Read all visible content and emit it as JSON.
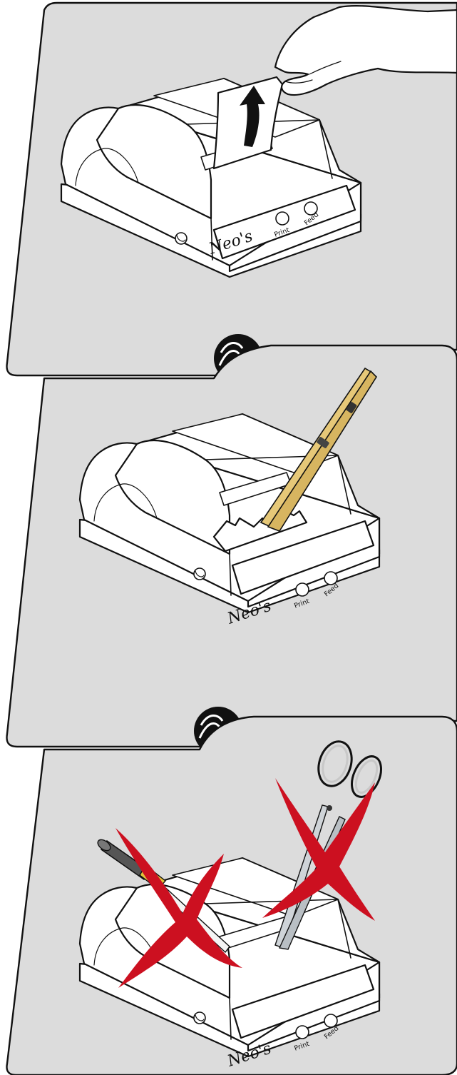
{
  "printer": {
    "brand": "Neo's",
    "print_label": "Print",
    "feed_label": "Feed"
  },
  "steps": [
    {
      "action": "pull paper out of slot"
    },
    {
      "action": "remove stuck paper with tweezers"
    },
    {
      "action": "do not use screwdriver or scissors"
    }
  ],
  "colors": {
    "panel": "#dcdcdc",
    "outline": "#111111",
    "prohibited_mark": "#cc1020",
    "tweezers": "#e6c878",
    "step_badge": "#111111"
  },
  "icons": [
    "arrow-up-icon",
    "hand-icon",
    "tweezers-icon",
    "screwdriver-icon",
    "scissors-icon",
    "prohibited-x-icon",
    "step-connector-icon"
  ]
}
